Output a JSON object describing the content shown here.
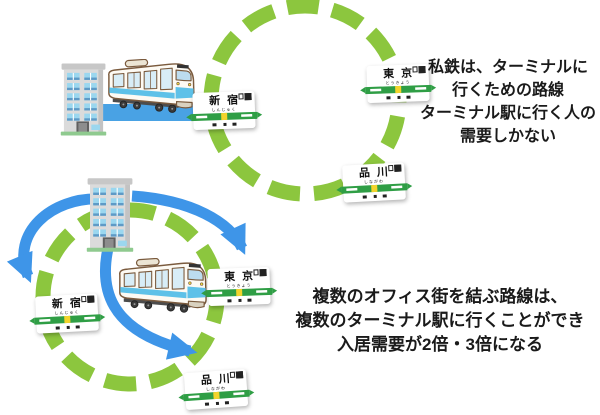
{
  "top": {
    "signs": [
      {
        "name": "新宿",
        "reading": "しんじゅく"
      },
      {
        "name": "東京",
        "reading": "とうきょう"
      },
      {
        "name": "品川",
        "reading": "しながわ"
      }
    ],
    "caption_lines": [
      "私鉄は、ターミナルに",
      "行くための路線",
      "ターミナル駅に行く人の",
      "需要しかない"
    ]
  },
  "bottom": {
    "signs": [
      {
        "name": "新宿",
        "reading": "しんじゅく"
      },
      {
        "name": "東京",
        "reading": "とうきょう"
      },
      {
        "name": "品川",
        "reading": "しながわ"
      }
    ],
    "caption_lines": [
      "複数のオフィス街を結ぶ路線は、",
      "複数のターミナル駅に行くことができ",
      "入居需要が2倍・3倍になる"
    ]
  },
  "icons": {
    "building": "office-building-icon",
    "train": "commuter-train-icon",
    "loop": "dashed-route-loop",
    "arrow": "curved-route-arrow",
    "jr_mark": "jr-mark-icon"
  },
  "colors": {
    "dash_green": "#8CC63E",
    "arrow_blue": "#3E95E8",
    "track_blue": "#49A2E4",
    "sign_band_green": "#2F9E45",
    "sign_center_yellow": "#F3D42C",
    "train_stripe_blue": "#5EC1E8",
    "building_gray": "#DBDBDB",
    "window_blue": "#9BD7EF",
    "caption_text": "#1A1A1A"
  }
}
